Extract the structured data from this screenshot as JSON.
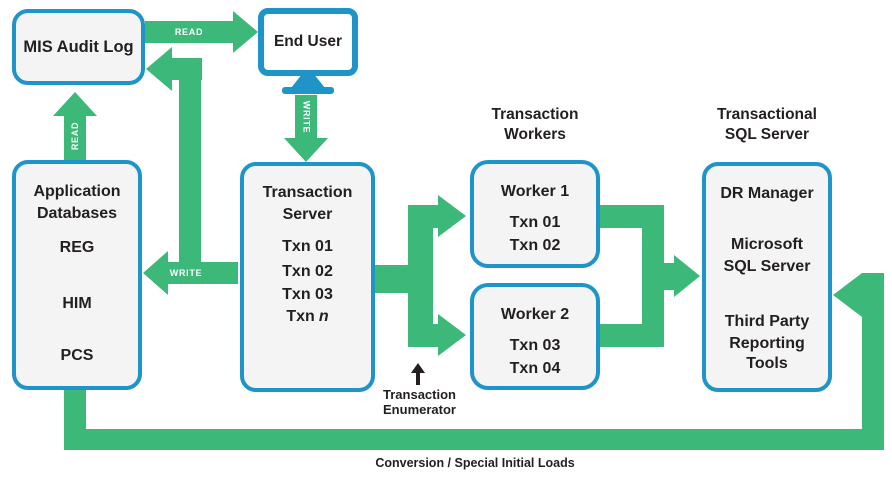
{
  "colors": {
    "arrow_green": "#3cb878",
    "border_blue": "#1e94c8",
    "box_fill": "#f4f4f4",
    "text": "#231f20",
    "arrow_label_text": "#ffffff"
  },
  "mis": {
    "label": "MIS Audit Log"
  },
  "end_user": {
    "label": "End User"
  },
  "app_db": {
    "lines": [
      "Application",
      "Databases",
      "REG",
      "HIM",
      "PCS"
    ]
  },
  "txn_server": {
    "lines": [
      "Transaction",
      "Server",
      "Txn 01",
      "Txn 02",
      "Txn 03"
    ],
    "n_prefix": "Txn",
    "n_var": "n"
  },
  "workers_header": {
    "lines": [
      "Transaction",
      "Workers"
    ]
  },
  "worker1": {
    "lines": [
      "Worker 1",
      "Txn 01",
      "Txn 02"
    ]
  },
  "worker2": {
    "lines": [
      "Worker 2",
      "Txn 03",
      "Txn 04"
    ]
  },
  "sql_header": {
    "lines": [
      "Transactional",
      "SQL Server"
    ]
  },
  "sql": {
    "lines": [
      "DR Manager",
      "Microsoft",
      "SQL Server",
      "Third Party",
      "Reporting",
      "Tools"
    ]
  },
  "arrows": {
    "read_top": "READ",
    "read_up": "READ",
    "write_down": "WRITE",
    "write_left": "WRITE"
  },
  "enumerator": {
    "lines": [
      "Transaction",
      "Enumerator"
    ]
  },
  "conversion_label": "Conversion / Special Initial Loads"
}
